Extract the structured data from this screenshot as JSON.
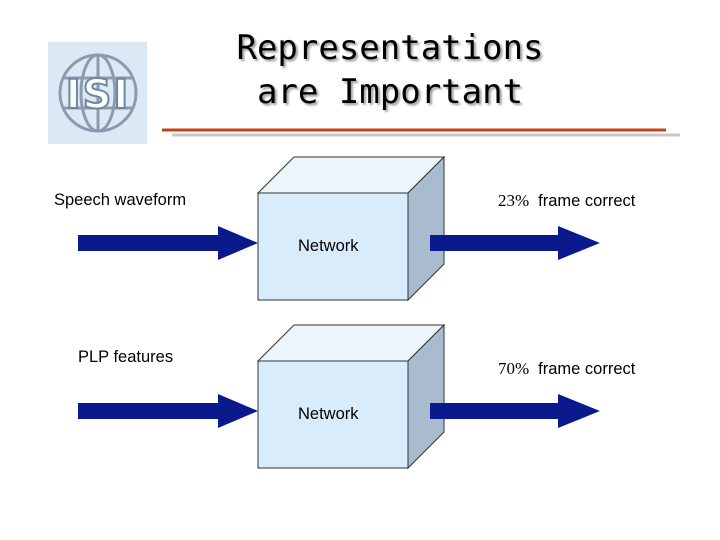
{
  "title": "Representations\nare Important",
  "logo": {
    "text": "ISI",
    "icon": "globe-icon"
  },
  "rows": [
    {
      "input_label": "Speech waveform",
      "box_label": "Network",
      "percent": "23%",
      "result_text": "frame correct"
    },
    {
      "input_label": "PLP features",
      "box_label": "Network",
      "percent": "70%",
      "result_text": "frame correct"
    }
  ],
  "colors": {
    "arrow": "#0a1a8c",
    "cube_front": "#d9ecfb",
    "cube_top": "#eef6fd",
    "cube_side": "#a9bccf",
    "title_rule": "#c0431b",
    "title_rule_shadow": "#c8c8c8"
  }
}
